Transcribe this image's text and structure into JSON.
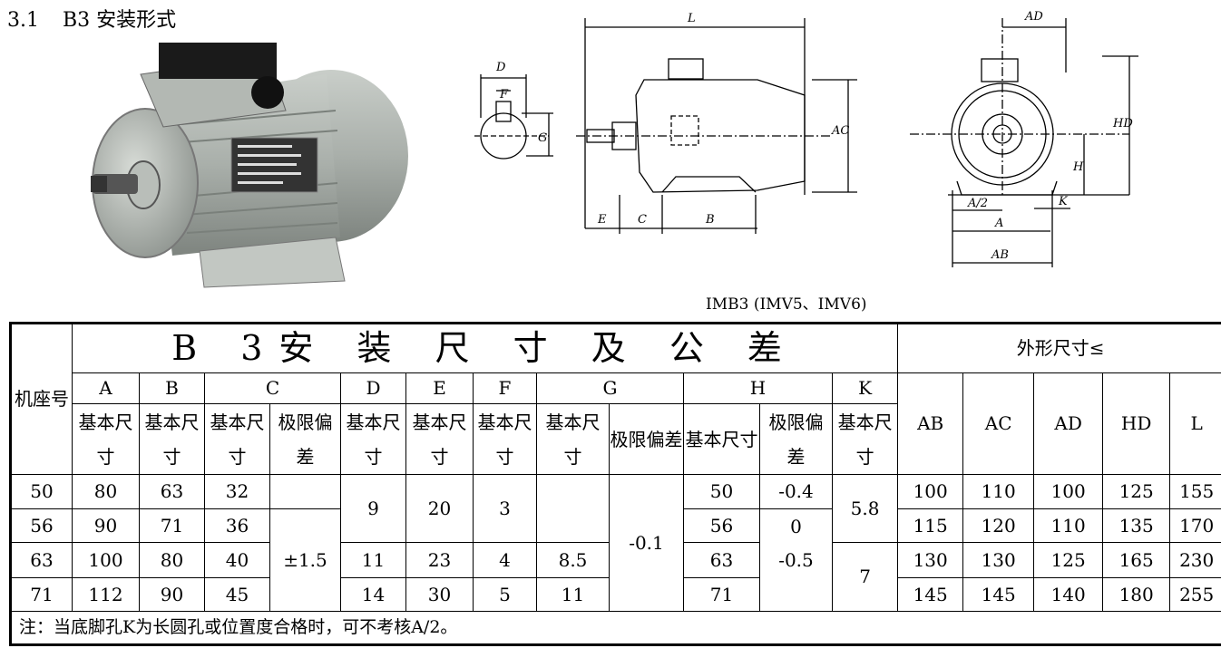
{
  "section": {
    "number": "3.1",
    "title": "B3 安装形式"
  },
  "caption": "IMB3 (IMV5、IMV6)",
  "dim_labels": {
    "D": "D",
    "F": "F",
    "G": "G",
    "L": "L",
    "AC": "AC",
    "E": "E",
    "C": "C",
    "B": "B",
    "AD": "AD",
    "HD": "HD",
    "H": "H",
    "A2": "A/2",
    "A": "A",
    "K": "K",
    "AB": "AB"
  },
  "table": {
    "frame_header": "机座号",
    "title": "B 3安 装 尺 寸 及 公 差",
    "outline_header": "外形尺寸≤",
    "columns": {
      "A": "A",
      "B": "B",
      "C": "C",
      "D": "D",
      "E": "E",
      "F": "F",
      "G": "G",
      "H": "H",
      "K": "K",
      "AB": "AB",
      "AC": "AC",
      "AD": "AD",
      "HD": "HD",
      "L": "L"
    },
    "basic": "基本尺寸",
    "limit": "极限偏差",
    "rows": [
      {
        "frame": "50",
        "A": "80",
        "B": "63",
        "C": "32",
        "D": "9",
        "E": "20",
        "F": "3",
        "G": "",
        "H": "50",
        "Htol": "-0.4",
        "K": "5.8",
        "AB": "100",
        "AC": "110",
        "AD": "100",
        "HD": "125",
        "L": "155"
      },
      {
        "frame": "56",
        "A": "90",
        "B": "71",
        "C": "36",
        "H": "56",
        "Htol": "0",
        "AB": "115",
        "AC": "120",
        "AD": "110",
        "HD": "135",
        "L": "170"
      },
      {
        "frame": "63",
        "A": "100",
        "B": "80",
        "C": "40",
        "D": "11",
        "E": "23",
        "F": "4",
        "G": "8.5",
        "H": "63",
        "Htol": "-0.5",
        "K": "7",
        "AB": "130",
        "AC": "130",
        "AD": "125",
        "HD": "165",
        "L": "230"
      },
      {
        "frame": "71",
        "A": "112",
        "B": "90",
        "C": "45",
        "D": "14",
        "E": "30",
        "F": "5",
        "G": "11",
        "H": "71",
        "AB": "145",
        "AC": "145",
        "AD": "140",
        "HD": "180",
        "L": "255"
      }
    ],
    "Ctol": "±1.5",
    "Gtol": "-0.1",
    "note": "注：当底脚孔K为长圆孔或位置度合格时，可不考核A/2。"
  }
}
